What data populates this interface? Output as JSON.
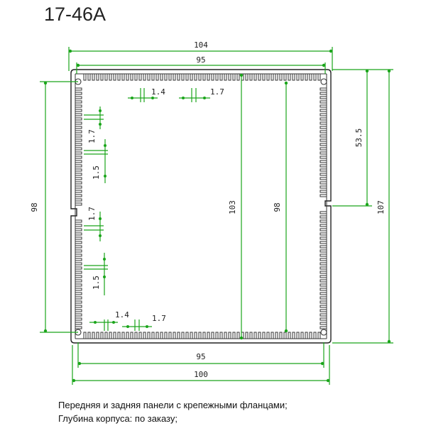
{
  "title": "17-46A",
  "dimensions": {
    "top_outer_width": "104",
    "top_inner_width": "95",
    "bottom_inner_width": "95",
    "bottom_outer_width": "100",
    "left_height": "98",
    "center_height": "103",
    "inner_right_height": "98",
    "right_partial_height": "53.5",
    "right_total_height": "107",
    "top_fin_width": "1.4",
    "top_fin_gap": "1.7",
    "left_fin_gap_upper": "1.7",
    "left_fin_width_upper": "1.5",
    "left_fin_gap_lower": "1.7",
    "left_fin_width_lower": "1.5",
    "bottom_fin_width": "1.4",
    "bottom_fin_gap": "1.7"
  },
  "notes": [
    "Передняя и задняя панели с крепежными фланцами;",
    "Глубина корпуса: по заказу;"
  ],
  "colors": {
    "dimension_line": "#1aa51a",
    "outline": "#222222"
  }
}
